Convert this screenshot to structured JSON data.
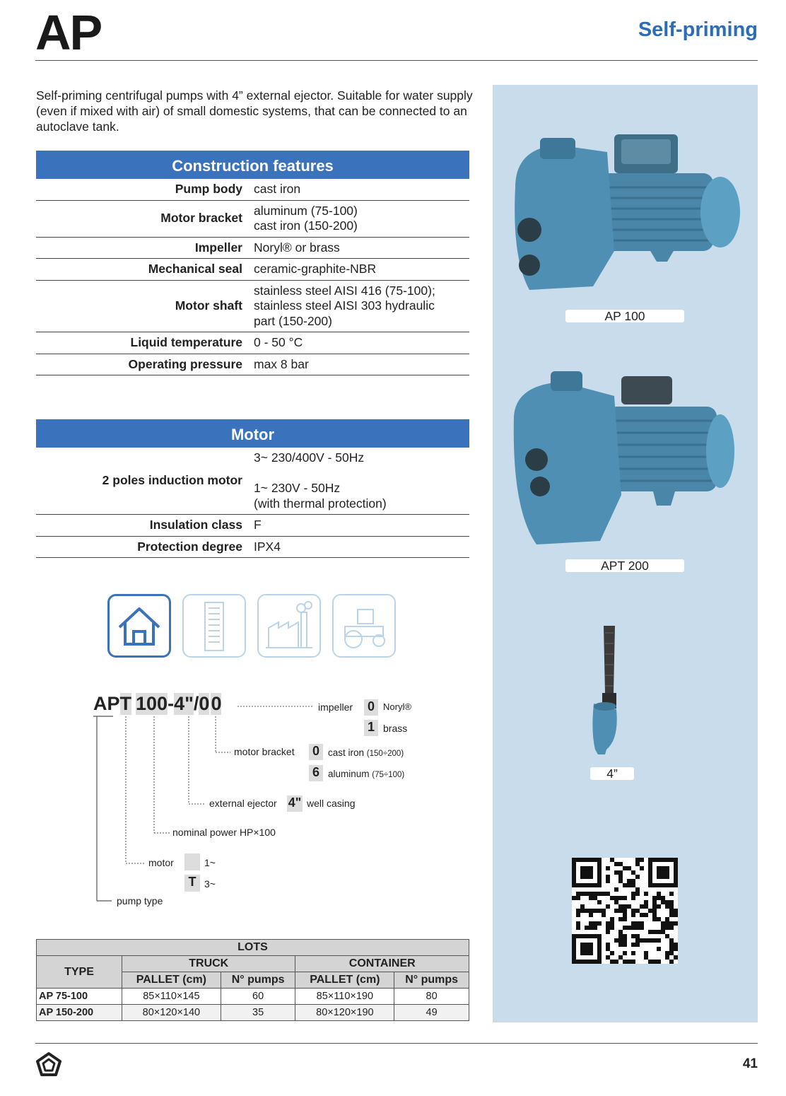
{
  "header": {
    "title": "AP",
    "category": "Self-priming"
  },
  "intro": "Self-priming centrifugal pumps with 4” external ejector. Suitable for water supply (even if mixed with air) of small domestic systems, that can be connected to an autoclave tank.",
  "construction": {
    "heading": "Construction features",
    "rows": [
      {
        "k": "Pump body",
        "v": [
          "cast iron"
        ]
      },
      {
        "k": "Motor bracket",
        "v": [
          "aluminum (75-100)",
          "cast iron (150-200)"
        ]
      },
      {
        "k": "Impeller",
        "v": [
          "Noryl® or brass"
        ]
      },
      {
        "k": "Mechanical seal",
        "v": [
          "ceramic-graphite-NBR"
        ]
      },
      {
        "k": "Motor shaft",
        "v": [
          "stainless steel AISI 416 (75-100);",
          "stainless steel AISI 303 hydraulic",
          "part (150-200)"
        ]
      },
      {
        "k": "Liquid temperature",
        "v": [
          "0 - 50 °C"
        ]
      },
      {
        "k": "Operating pressure",
        "v": [
          "max 8 bar"
        ]
      }
    ]
  },
  "motor": {
    "heading": "Motor",
    "rows": [
      {
        "k": "2 poles induction motor",
        "v": [
          "3~ 230/400V - 50Hz",
          "",
          "1~ 230V - 50Hz",
          "(with thermal protection)"
        ]
      },
      {
        "k": "Insulation class",
        "v": [
          "F"
        ]
      },
      {
        "k": "Protection degree",
        "v": [
          "IPX4"
        ]
      }
    ]
  },
  "applications": [
    {
      "icon": "house-icon",
      "active": true
    },
    {
      "icon": "building-icon",
      "active": false
    },
    {
      "icon": "factory-icon",
      "active": false
    },
    {
      "icon": "tractor-icon",
      "active": false
    }
  ],
  "code": {
    "parts": [
      "AP",
      "T",
      "100",
      "-",
      "4\"",
      "/",
      "0",
      "0"
    ],
    "impeller_label": "impeller",
    "impeller_opts": [
      {
        "code": "0",
        "text": "Noryl®"
      },
      {
        "code": "1",
        "text": "brass"
      }
    ],
    "bracket_label": "motor bracket",
    "bracket_opts": [
      {
        "code": "0",
        "text": "cast iron",
        "note": "(150÷200)"
      },
      {
        "code": "6",
        "text": "aluminum",
        "note": "(75÷100)"
      }
    ],
    "ejector_label": "external ejector",
    "ejector_code": "4\"",
    "ejector_text": "well casing",
    "power_label": "nominal power HP×100",
    "motor_label": "motor",
    "motor_opts": [
      {
        "code": "",
        "text": "1~"
      },
      {
        "code": "T",
        "text": "3~"
      }
    ],
    "type_label": "pump type"
  },
  "lots": {
    "heading": "LOTS",
    "type_header": "TYPE",
    "truck": "TRUCK",
    "container": "CONTAINER",
    "pallet": "PALLET (cm)",
    "npumps": "N° pumps",
    "rows": [
      {
        "type": "AP 75-100",
        "tp": "85×110×145",
        "tn": "60",
        "cp": "85×110×190",
        "cn": "80"
      },
      {
        "type": "AP 150-200",
        "tp": "80×120×140",
        "tn": "35",
        "cp": "80×120×190",
        "cn": "49"
      }
    ]
  },
  "products": [
    {
      "caption": "AP 100"
    },
    {
      "caption": "APT 200"
    },
    {
      "caption": "4”"
    }
  ],
  "footer": {
    "page": "41"
  },
  "colors": {
    "accent": "#3a72bb",
    "panel": "#c9dcec",
    "pump": "#4f8fb3"
  }
}
